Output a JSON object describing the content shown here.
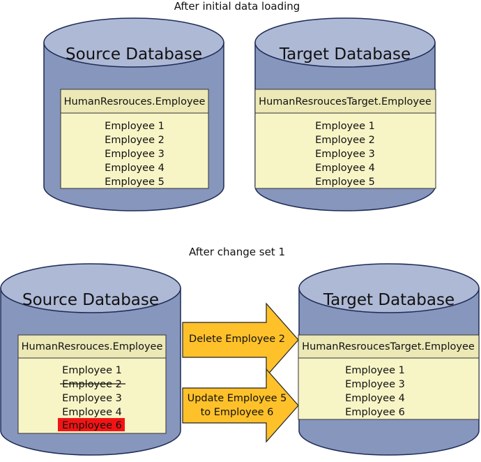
{
  "sections": [
    {
      "heading": "After initial data loading",
      "source": {
        "title": "Source Database",
        "table": "HumanResrouces.Employee",
        "rows": [
          "Employee 1",
          "Employee 2",
          "Employee 3",
          "Employee 4",
          "Employee 5"
        ]
      },
      "target": {
        "title": "Target Database",
        "table": "HumanResroucesTarget.Employee",
        "rows": [
          "Employee 1",
          "Employee 2",
          "Employee 3",
          "Employee 4",
          "Employee 5"
        ]
      }
    },
    {
      "heading": "After change set 1",
      "source": {
        "title": "Source Database",
        "table": "HumanResrouces.Employee",
        "rows": [
          "Employee 1",
          "Employee 2",
          "Employee 3",
          "Employee 4",
          "Employee 6"
        ],
        "deleted_row": "Employee 2",
        "highlighted_row": "Employee 6"
      },
      "target": {
        "title": "Target Database",
        "table": "HumanResroucesTarget.Employee",
        "rows": [
          "Employee 1",
          "Employee 3",
          "Employee 4",
          "Employee 6"
        ]
      },
      "arrows": [
        {
          "lines": [
            "Delete Employee 2"
          ]
        },
        {
          "lines": [
            "Update Employee 5",
            "to Employee 6"
          ]
        }
      ]
    }
  ],
  "colors": {
    "cylinder_body": "#8796bd",
    "cylinder_top": "#aeb9d6",
    "cylinder_outline": "#1d2a55",
    "table_fill": "#f7f4c6",
    "table_header": "#ece9b6",
    "arrow_fill": "#ffc12a",
    "highlight": "#f21414"
  }
}
